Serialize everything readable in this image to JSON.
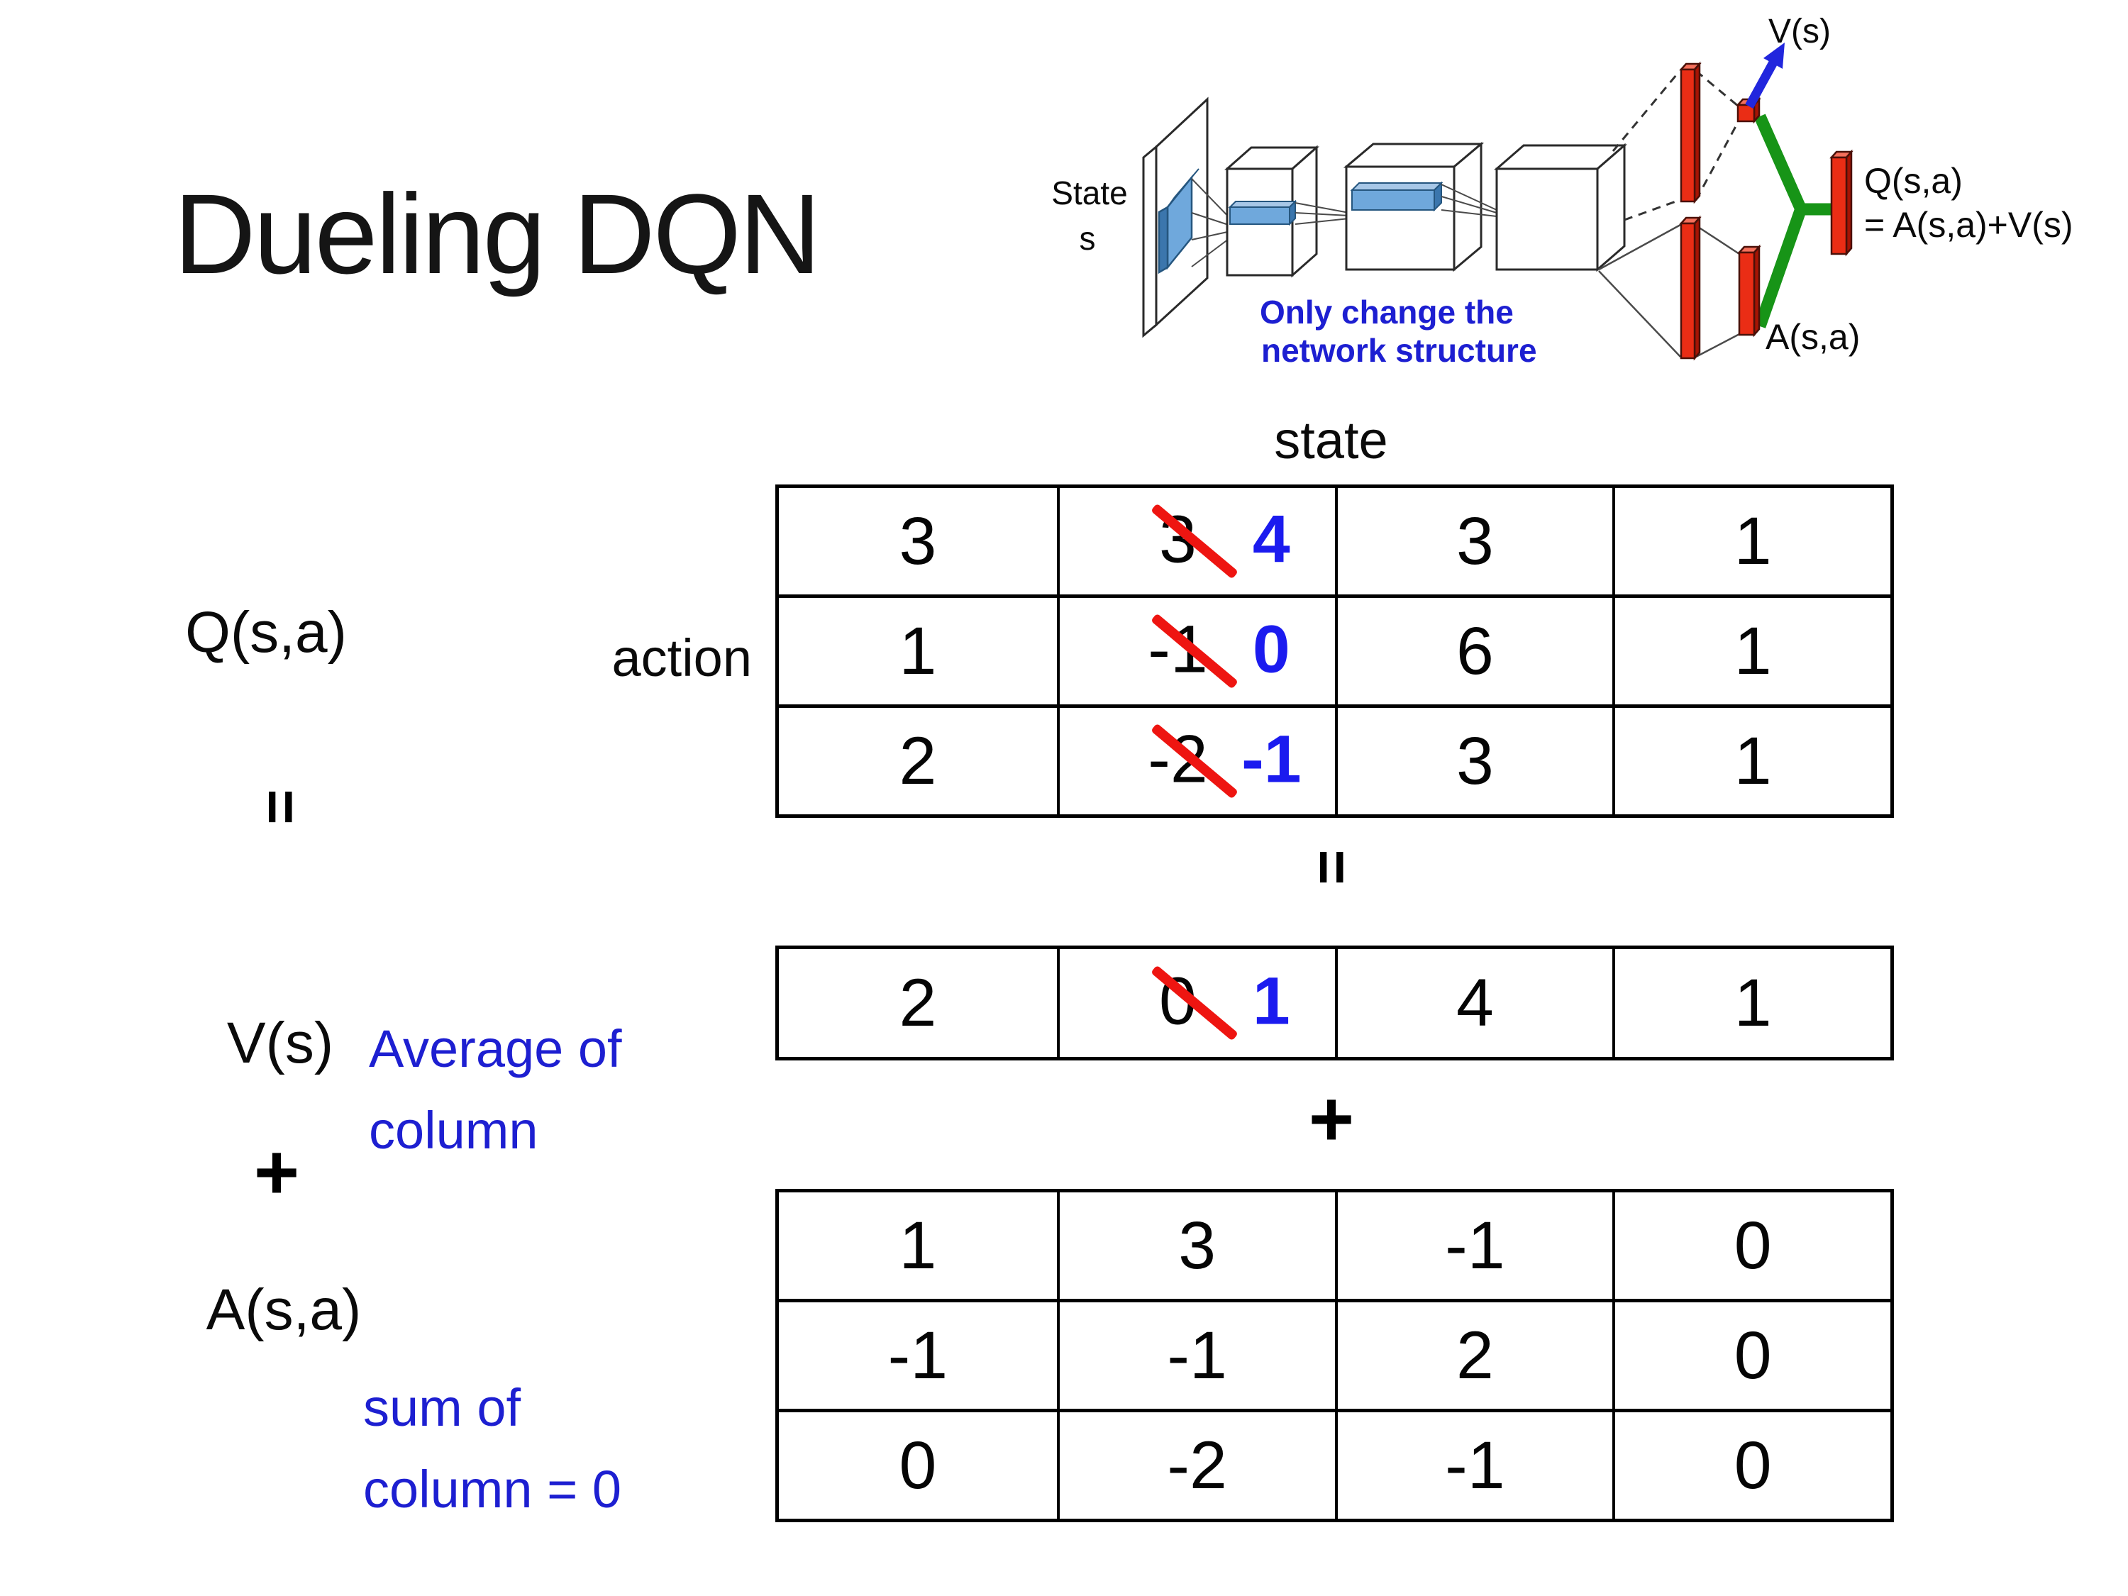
{
  "slide": {
    "title": "Dueling DQN"
  },
  "diagram": {
    "state_label_line1": "State",
    "state_label_line2": "s",
    "note_line1": "Only change the",
    "note_line2": "network structure",
    "v_output_label": "V(s)",
    "q_output_label": "Q(s,a)",
    "q_output_formula": "= A(s,a)+V(s)",
    "a_output_label": "A(s,a)"
  },
  "equation": {
    "q_label": "Q(s,a)",
    "equals_left": "=",
    "v_label": "V(s)",
    "plus_left": "+",
    "a_label": "A(s,a)",
    "avg_note_line1": "Average of",
    "avg_note_line2": "column",
    "sum_note_line1": "sum of",
    "sum_note_line2": "column = 0",
    "equals_center": "=",
    "plus_center": "+"
  },
  "q_table": {
    "state_label": "state",
    "action_label": "action",
    "rows": [
      {
        "cells": [
          {
            "v": "3"
          },
          {
            "old": "3",
            "new": "4"
          },
          {
            "v": "3"
          },
          {
            "v": "1"
          }
        ]
      },
      {
        "cells": [
          {
            "v": "1"
          },
          {
            "old": "-1",
            "new": "0"
          },
          {
            "v": "6"
          },
          {
            "v": "1"
          }
        ]
      },
      {
        "cells": [
          {
            "v": "2"
          },
          {
            "old": "-2",
            "new": "-1"
          },
          {
            "v": "3"
          },
          {
            "v": "1"
          }
        ]
      }
    ]
  },
  "v_table": {
    "cells": [
      {
        "v": "2"
      },
      {
        "old": "0",
        "new": "1"
      },
      {
        "v": "4"
      },
      {
        "v": "1"
      }
    ]
  },
  "a_table": {
    "rows": [
      {
        "cells": [
          "1",
          "3",
          "-1",
          "0"
        ]
      },
      {
        "cells": [
          "-1",
          "-1",
          "2",
          "0"
        ]
      },
      {
        "cells": [
          "0",
          "-2",
          "-1",
          "0"
        ]
      }
    ]
  },
  "colors": {
    "annotation_blue": "#1d1fd1",
    "highlight_blue": "#1b1bef",
    "strike_red": "#ee1511",
    "bar_red": "#ea2d15",
    "link_green": "#179417",
    "arrow_blue": "#2126dd"
  }
}
